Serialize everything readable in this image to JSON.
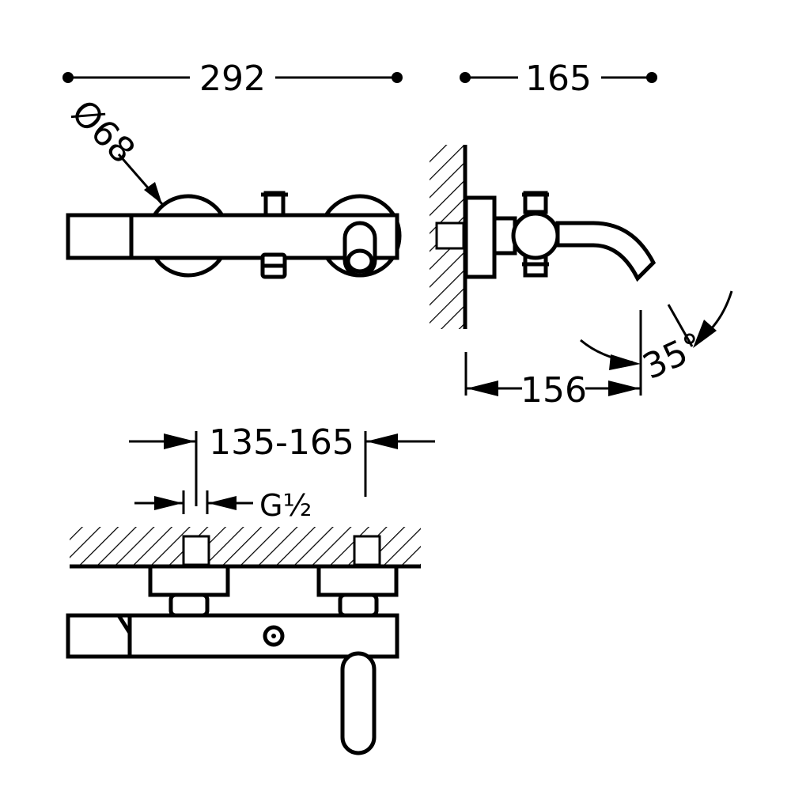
{
  "dimensions": {
    "overall_width": "292",
    "depth": "165",
    "rosette_diameter": "Ø68",
    "spout_projection": "156",
    "spout_angle": "35°",
    "center_distance": "135-165",
    "connection_thread": "G½"
  },
  "colors": {
    "line": "#000000",
    "background": "#ffffff"
  }
}
